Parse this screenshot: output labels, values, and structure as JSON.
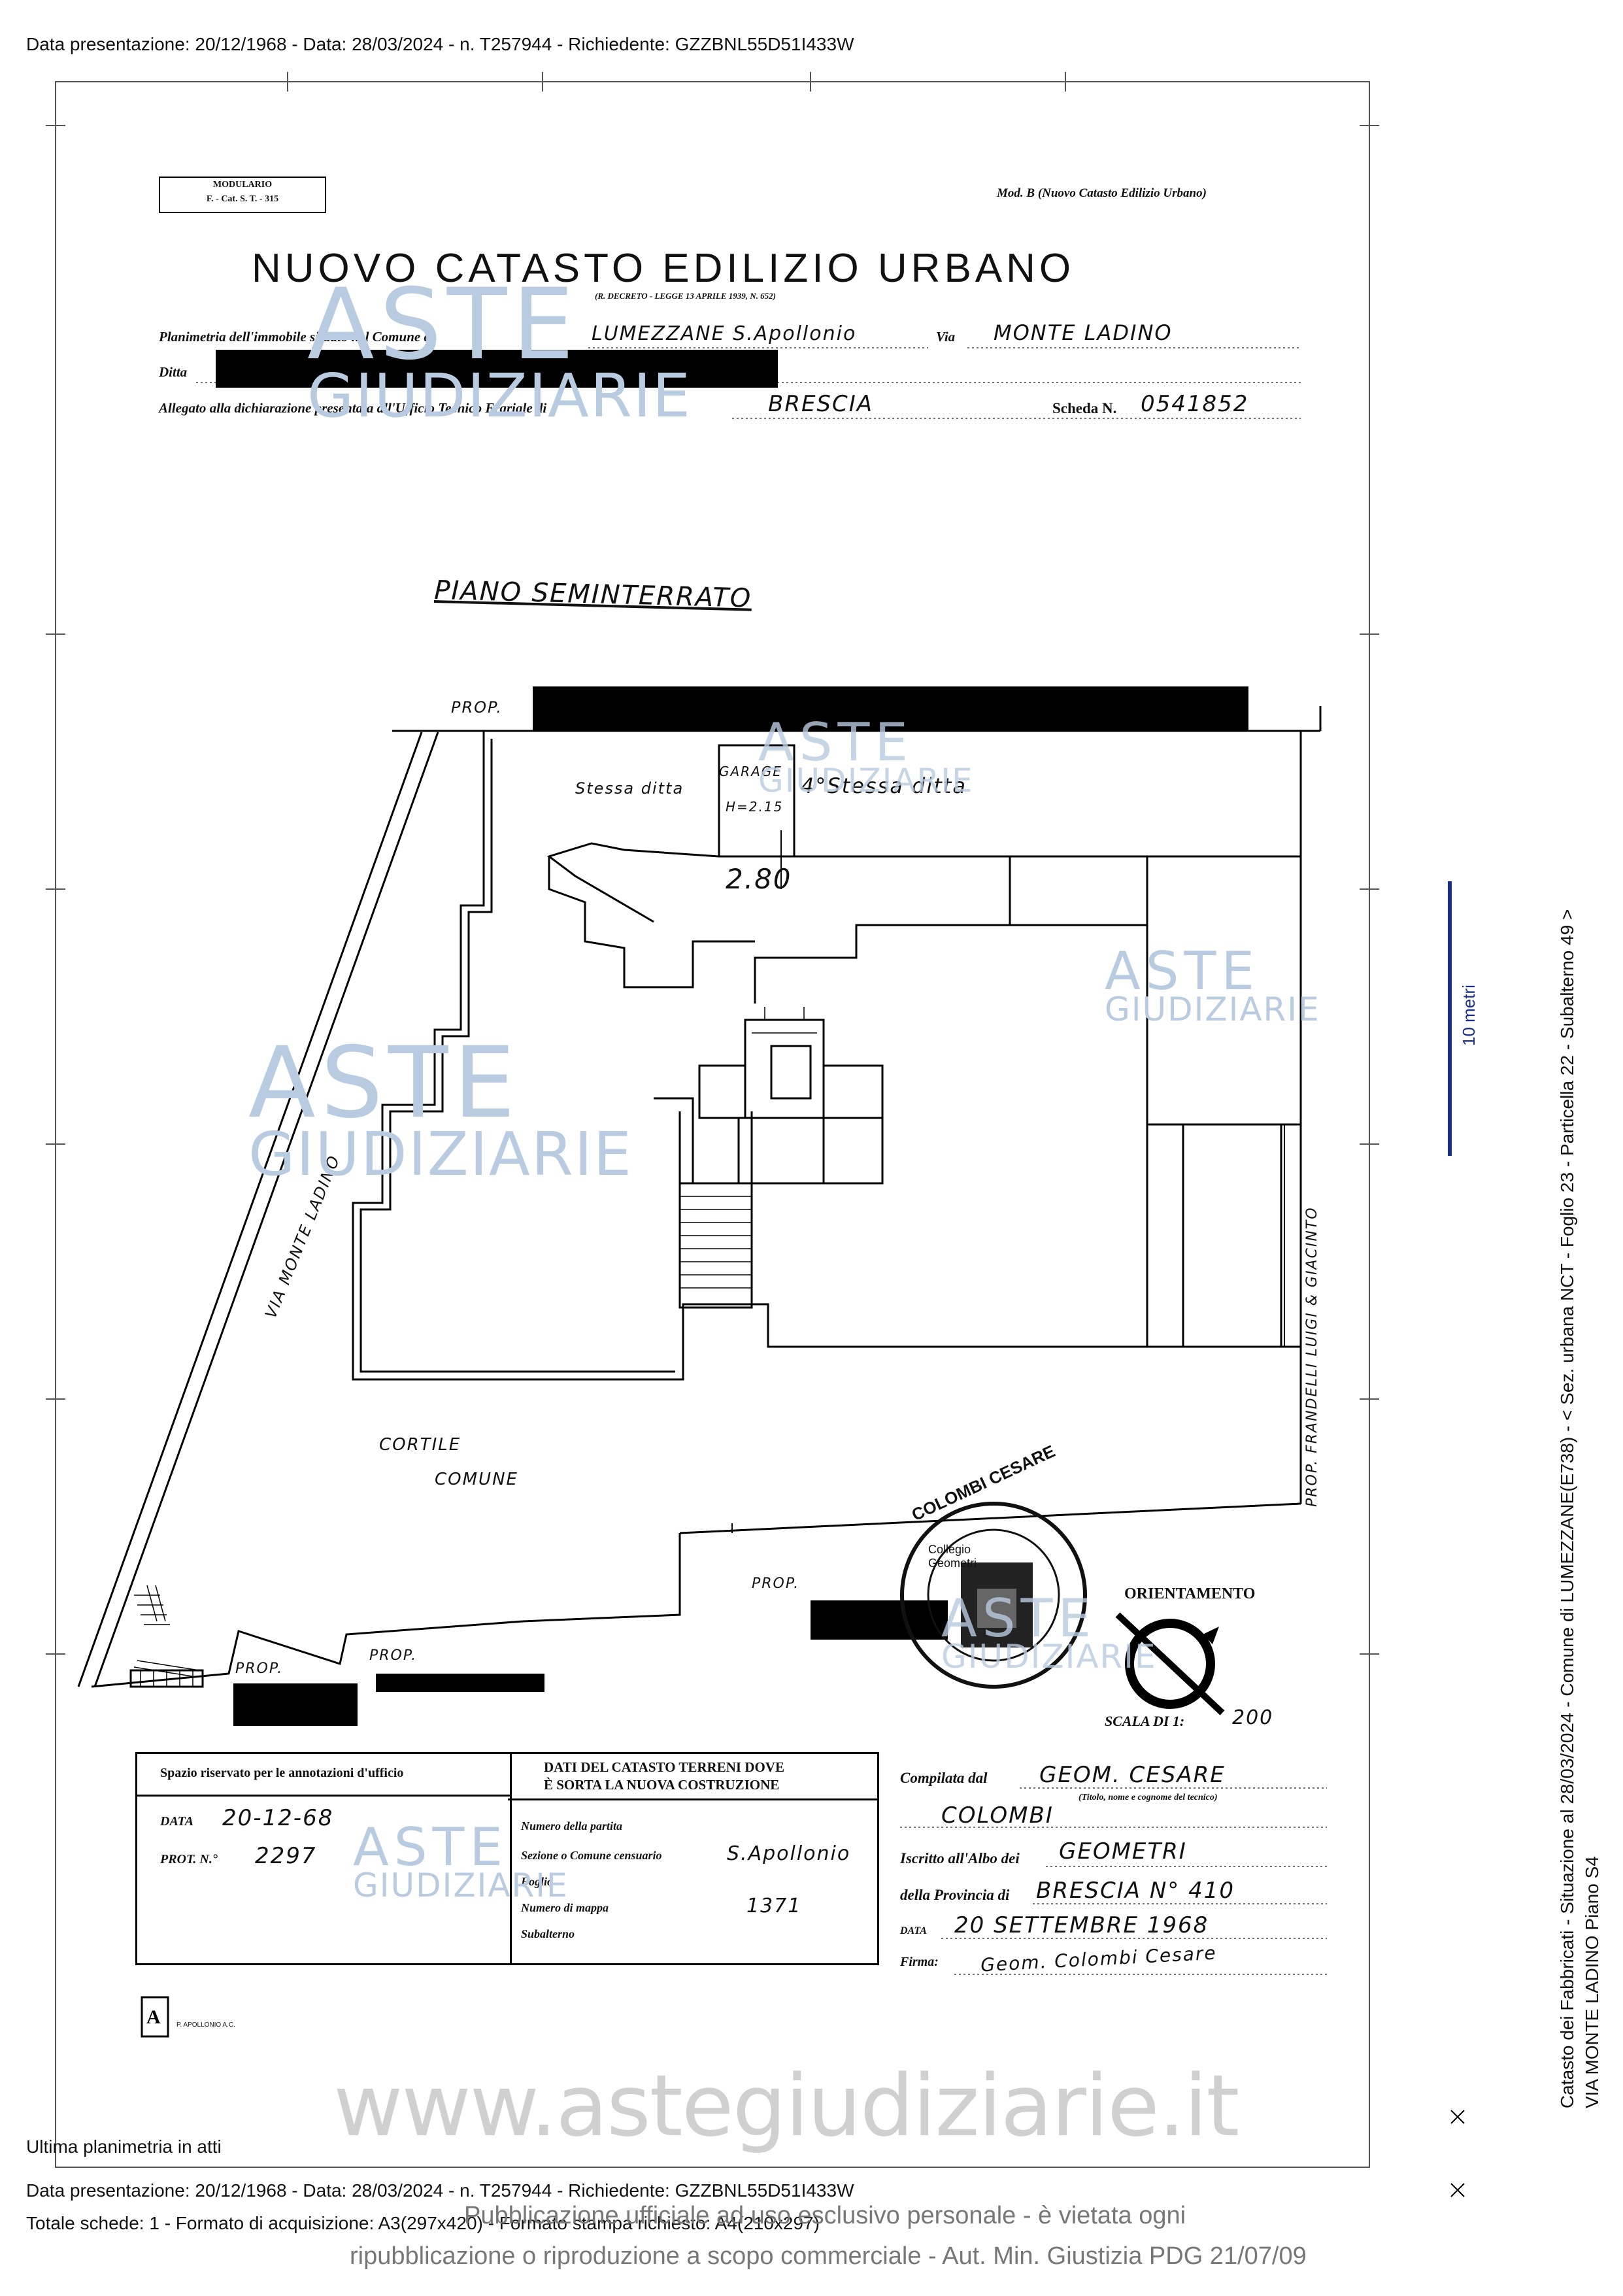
{
  "header_top": "Data presentazione: 20/12/1968 - Data: 28/03/2024 - n. T257944 - Richiedente: GZZBNL55D51I433W",
  "form": {
    "modulario_line1": "MODULARIO",
    "modulario_line2": "F. - Cat. S. T. - 315",
    "mod_b": "Mod. B (Nuovo Catasto Edilizio Urbano)",
    "title": "NUOVO CATASTO EDILIZIO URBANO",
    "decree": "(R. DECRETO - LEGGE 13 APRILE 1939, N. 652)",
    "planimetria_label": "Planimetria dell'immobile situato nel Comune di",
    "comune_value": "LUMEZZANE S.Apollonio",
    "via_label": "Via",
    "via_value": "MONTE LADINO",
    "ditta_label": "Ditta",
    "allegato_label": "Allegato alla dichiarazione presentata all'Ufficio Tecnico Erariale di",
    "ufficio_value": "BRESCIA",
    "scheda_label": "Scheda N.",
    "scheda_value": "0541852"
  },
  "plan": {
    "floor_title": "PIANO SEMINTERRATO",
    "labels": {
      "prop_top": "PROP.",
      "stessa_ditta_1": "Stessa ditta",
      "garage": "GARAGE",
      "h": "H=2.15",
      "stessa_ditta_2": "4°Stessa ditta",
      "dimension": "2.80",
      "via_monte_ladino": "VIA MONTE LADINO",
      "cortile_1": "CORTILE",
      "cortile_2": "COMUNE",
      "prop_right": "PROP. FRANDELLI LUIGI & GIACINTO",
      "prop_bottom_1": "PROP.",
      "prop_bottom_2": "PROP.",
      "prop_bottom_3": "PROP."
    },
    "stamp_text": "COLOMBI CESARE",
    "stamp_inner": "Collegio Geometri",
    "orientamento": "ORIENTAMENTO",
    "scala_label": "SCALA DI 1:",
    "scala_value": "200"
  },
  "office_box": {
    "title": "Spazio riservato per le annotazioni d'ufficio",
    "data_label": "DATA",
    "data_value": "20-12-68",
    "prot_label": "PROT. N.°",
    "prot_value": "2297"
  },
  "terreni_box": {
    "title_1": "DATI DEL CATASTO TERRENI DOVE",
    "title_2": "È SORTA LA NUOVA COSTRUZIONE",
    "rows": [
      {
        "label": "Numero della partita",
        "value": ""
      },
      {
        "label": "Sezione o Comune censuario",
        "value": "S.Apollonio"
      },
      {
        "label": "Foglio",
        "value": ""
      },
      {
        "label": "Numero di mappa",
        "value": "1371"
      },
      {
        "label": "Subalterno",
        "value": ""
      }
    ]
  },
  "compilata": {
    "label": "Compilata dal",
    "value_1": "GEOM. CESARE",
    "value_2": "COLOMBI",
    "sub": "(Titolo, nome e cognome del tecnico)",
    "iscritto_label": "Iscritto all'Albo dei",
    "iscritto_value": "GEOMETRI",
    "provincia_label": "della Provincia di",
    "provincia_value": "BRESCIA N° 410",
    "data_label": "DATA",
    "data_value": "20 SETTEMBRE 1968",
    "firma_label": "Firma:",
    "firma_value": "Geom. Colombi Cesare"
  },
  "printer_mark": "P. APOLLONIO A.C.",
  "side_text": {
    "line1": "Catasto dei Fabbricati - Situazione al 28/03/2024 - Comune di LUMEZZANE(E738) - < Sez. urbana NCT - Foglio 23 - Particella 22 - Subalterno 49 >",
    "line2": "VIA MONTE LADINO Piano S4",
    "scale": "10 metri"
  },
  "watermark": {
    "aste": "ASTE",
    "giudiziarie": "GIUDIZIARIE",
    "website": "www.astegiudiziarie.it",
    "notice_1": "Pubblicazione ufficiale ad uso esclusivo personale - è vietata ogni",
    "notice_2": "ripubblicazione o riproduzione a scopo commerciale - Aut. Min. Giustizia PDG 21/07/09"
  },
  "footer": {
    "ultima": "Ultima planimetria in atti",
    "line1": "Data presentazione: 20/12/1968 - Data: 28/03/2024 - n. T257944 - Richiedente: GZZBNL55D51I433W",
    "line2": "Totale schede: 1 - Formato di acquisizione: A3(297x420) - Formato stampa richiesto: A4(210x297)"
  }
}
